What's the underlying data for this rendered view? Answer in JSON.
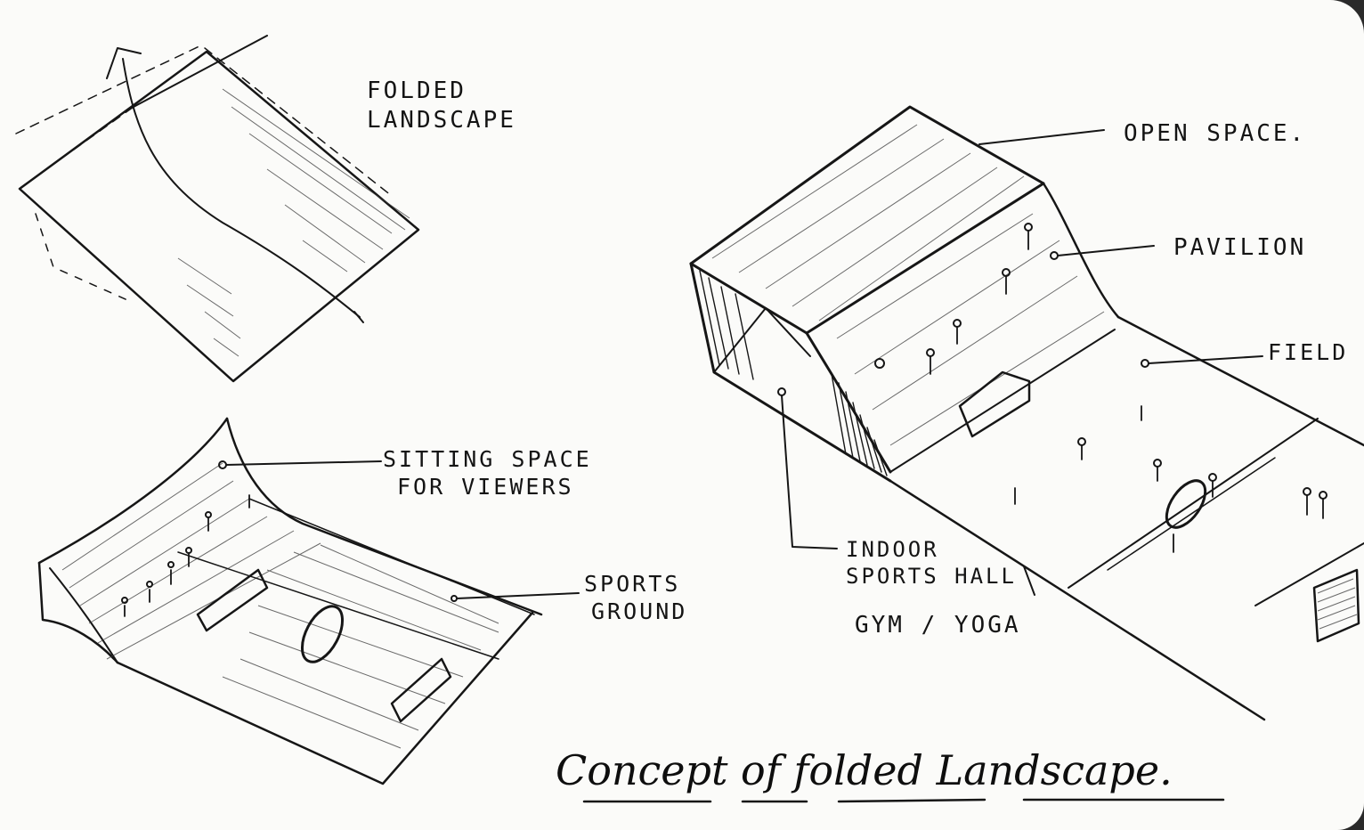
{
  "title": "Concept of folded Landscape.",
  "sketch1": {
    "label_line1": "FOLDED",
    "label_line2": "LANDSCAPE"
  },
  "sketch2": {
    "sitting_line1": "SITTING  SPACE",
    "sitting_line2": "FOR  VIEWERS",
    "sports_line1": "SPORTS",
    "sports_line2": "GROUND"
  },
  "sketch3": {
    "open_space": "OPEN  SPACE.",
    "pavilion": "PAVILION",
    "field": "FIELD",
    "indoor_line1": "INDOOR",
    "indoor_line2": "SPORTS HALL",
    "gym_yoga": "GYM / YOGA"
  },
  "colors": {
    "paper": "#fbfbf9",
    "ink": "#161616",
    "background": "#2a2a2a"
  }
}
